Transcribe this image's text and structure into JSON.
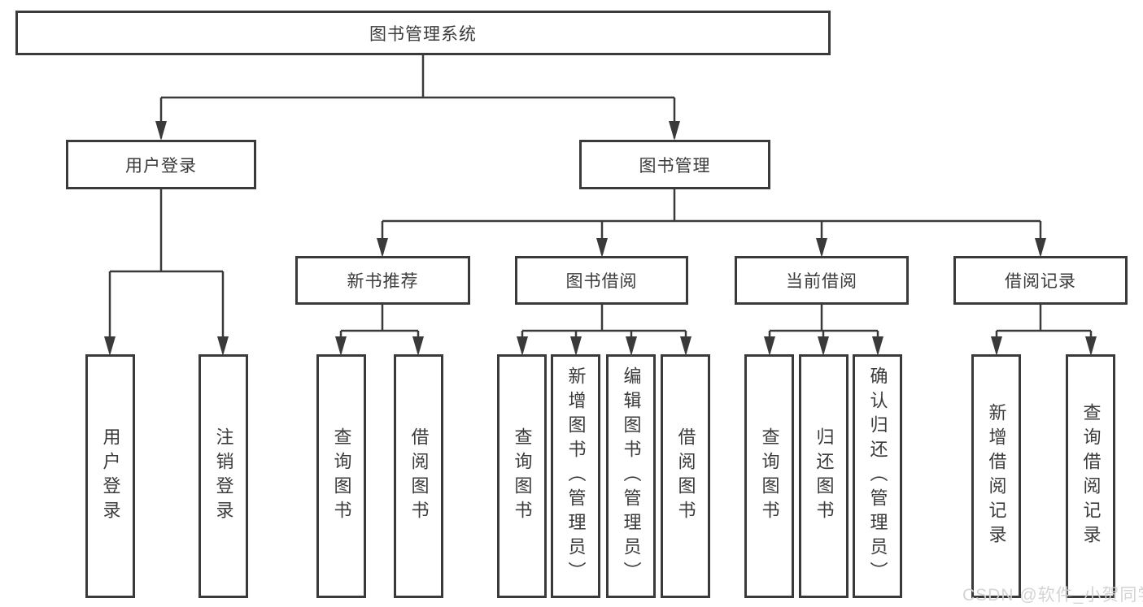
{
  "tree": {
    "label": "图书管理系统",
    "children": [
      {
        "label": "用户登录",
        "children": [
          {
            "label": "用户登录"
          },
          {
            "label": "注销登录"
          }
        ]
      },
      {
        "label": "图书管理",
        "children": [
          {
            "label": "新书推荐",
            "children": [
              {
                "label": "查询图书"
              },
              {
                "label": "借阅图书"
              }
            ]
          },
          {
            "label": "图书借阅",
            "children": [
              {
                "label": "查询图书"
              },
              {
                "label": "新增图书（管理员）"
              },
              {
                "label": "编辑图书（管理员）"
              },
              {
                "label": "借阅图书"
              }
            ]
          },
          {
            "label": "当前借阅",
            "children": [
              {
                "label": "查询图书"
              },
              {
                "label": "归还图书"
              },
              {
                "label": "确认归还（管理员）"
              }
            ]
          },
          {
            "label": "借阅记录",
            "children": [
              {
                "label": "新增借阅记录"
              },
              {
                "label": "查询借阅记录"
              }
            ]
          }
        ]
      }
    ]
  },
  "watermark": "CSDN @软件_小贺同学",
  "colors": {
    "line": "#3a3a3a",
    "text": "#3b3b3b",
    "background": "#ffffff",
    "watermark": "#d2d2d2"
  }
}
